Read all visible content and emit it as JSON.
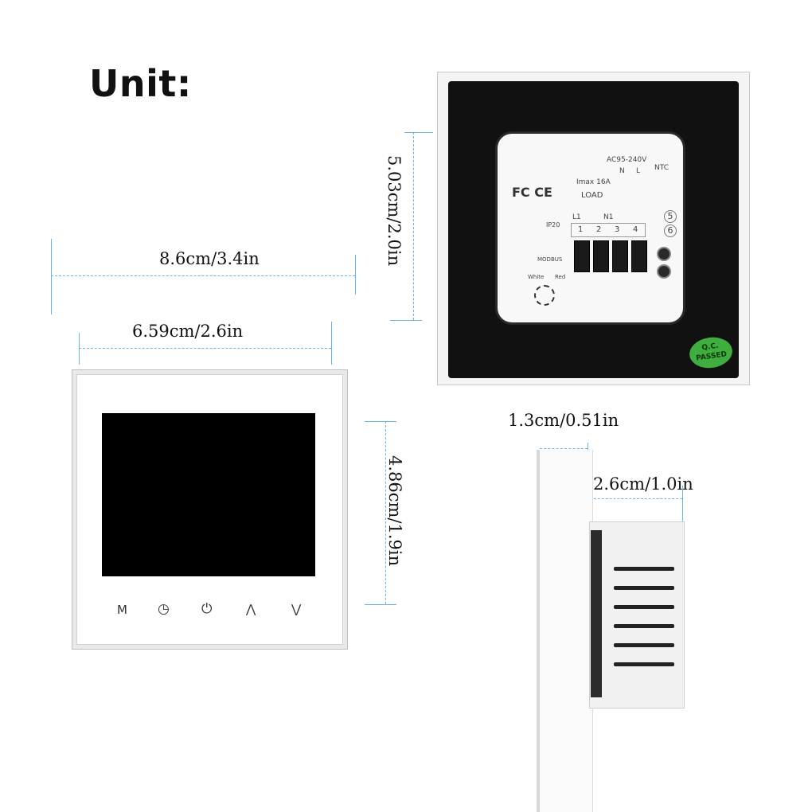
{
  "title": "Unit:",
  "dimensions": {
    "outer_width": "8.6cm/3.4in",
    "inner_width": "6.59cm/2.6in",
    "screen_height": "4.86cm/1.9in",
    "back_height": "5.03cm/2.0in",
    "panel_thickness": "1.3cm/0.51in",
    "body_depth": "2.6cm/1.0in"
  },
  "front_buttons": [
    {
      "label": "M",
      "icon": "menu-icon"
    },
    {
      "label": "◷",
      "icon": "clock-icon"
    },
    {
      "label": "⏻",
      "icon": "power-icon"
    },
    {
      "label": "⋀",
      "icon": "arrow-up-icon"
    },
    {
      "label": "⋁",
      "icon": "arrow-down-icon"
    }
  ],
  "back_labels": {
    "voltage": "AC95-240V",
    "current": "Imax 16A",
    "load": "LOAD",
    "n": "N",
    "l": "L",
    "ntc": "NTC",
    "l1": "L1",
    "n1": "N1",
    "ip": "IP20",
    "terminals": [
      "1",
      "2",
      "3",
      "4"
    ],
    "side_terminals": [
      "5",
      "6"
    ],
    "modbus": "MODBUS",
    "white": "White",
    "red": "Red",
    "cert": "FC CE",
    "qc_line1": "Q.C.",
    "qc_line2": "PASSED"
  },
  "colors": {
    "dimension_line": "#6cb4e8",
    "qc_badge": "#3fae3f"
  }
}
